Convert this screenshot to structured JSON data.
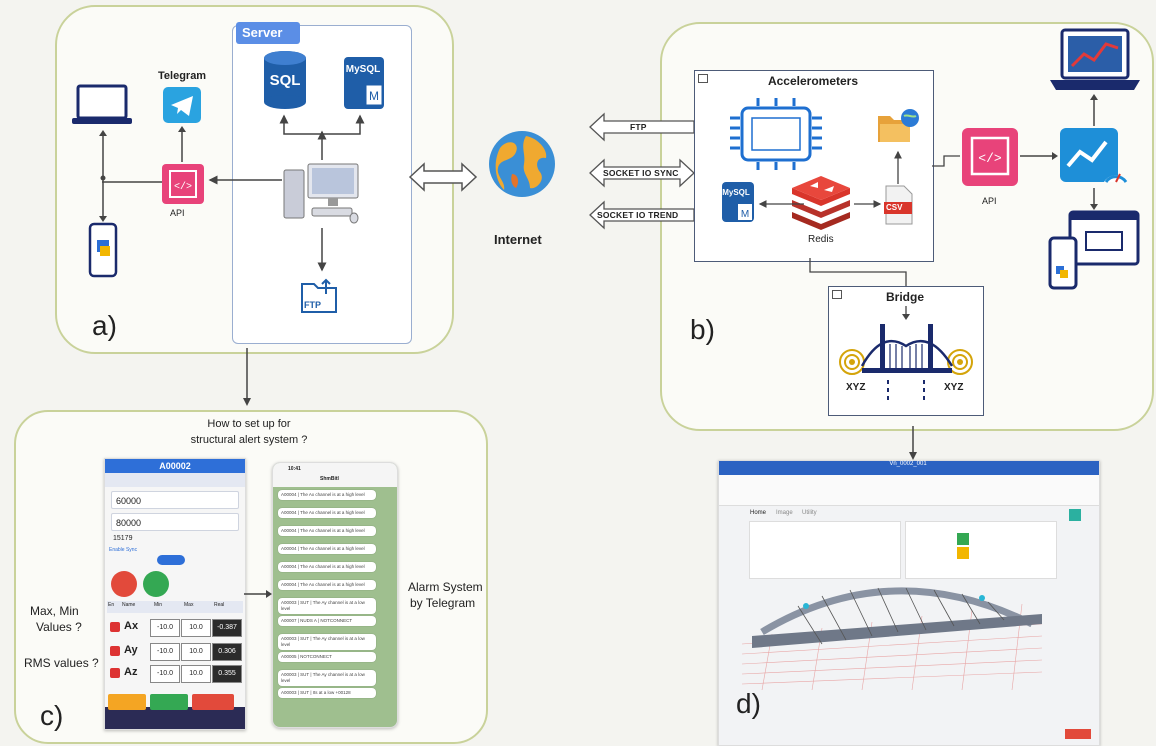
{
  "panel_a": {
    "label": "a)",
    "server_title": "Server",
    "sql_label": "SQL",
    "mysql_label": "MySQL",
    "telegram_label": "Telegram",
    "api_label": "API",
    "ftp_label": "FTP"
  },
  "center": {
    "internet_label": "Internet"
  },
  "panel_b": {
    "label": "b)",
    "accelerometers_title": "Accelerometers",
    "ftp_arrow": "FTP",
    "socket_sync_arrow": "SOCKET IO SYNC",
    "socket_trend_arrow": "SOCKET IO TREND",
    "mysql_label": "MySQL",
    "redis_label": "Redis",
    "csv_label": "CSV",
    "api_label": "API",
    "bridge_title": "Bridge",
    "xyz_left": "XYZ",
    "xyz_right": "XYZ"
  },
  "panel_c": {
    "label": "c)",
    "heading_line1": "How to set up for",
    "heading_line2": "structural alert system ?",
    "max_min_label_1": "Max, Min",
    "max_min_label_2": "Values ?",
    "rms_label": "RMS values ?",
    "alarm_label_1": "Alarm System",
    "alarm_label_2": "by Telegram",
    "app": {
      "title": "A00002",
      "field_1": "60000",
      "field_2": "80000",
      "field_3": "15179",
      "enable_sync": "Enable Sync",
      "columns": [
        "En",
        "Name",
        "Min",
        "Max",
        "Real"
      ],
      "rows": [
        {
          "name": "Ax",
          "min": "-10.0",
          "max": "10.0",
          "real": "-0.387"
        },
        {
          "name": "Ay",
          "min": "-10.0",
          "max": "10.0",
          "real": "0.306"
        },
        {
          "name": "Az",
          "min": "-10.0",
          "max": "10.0",
          "real": "0.355"
        }
      ]
    },
    "telegram": {
      "time": "10:41",
      "chat_title": "ShmBitl",
      "messages": [
        "A00004 | The Ax channel is at a high level",
        "A00004 | The Ax channel is at a high level",
        "A00004 | The Ax channel is at a high level",
        "A00004 | The Ax channel is at a high level",
        "A00004 | The Ax channel is at a high level",
        "A00004 | The Ax channel is at a high level",
        "A00003 | SUT | The Ay channel is at a low level",
        "A00007 | NUDS A | NOTCONNECT",
        "A00003 | SUT | The Ay channel is at a low level",
        "A00005 | NOTCONNECT",
        "A00003 | SUT | The Ay channel is at a low level",
        "A00003 | SUT | Its at a low +00128"
      ]
    }
  },
  "panel_d": {
    "label": "d)",
    "window_title": "Vn_0002_001",
    "tabs": [
      "Home",
      "Image",
      "Utility"
    ]
  },
  "colors": {
    "panel_border": "#c9d29a",
    "box_border": "#4d5b78",
    "api_pink": "#e8437a",
    "db_blue": "#1f5ea8",
    "telegram_blue": "#2aa3e0",
    "redis_red": "#d9352b",
    "trend_blue": "#1e8fd8"
  }
}
